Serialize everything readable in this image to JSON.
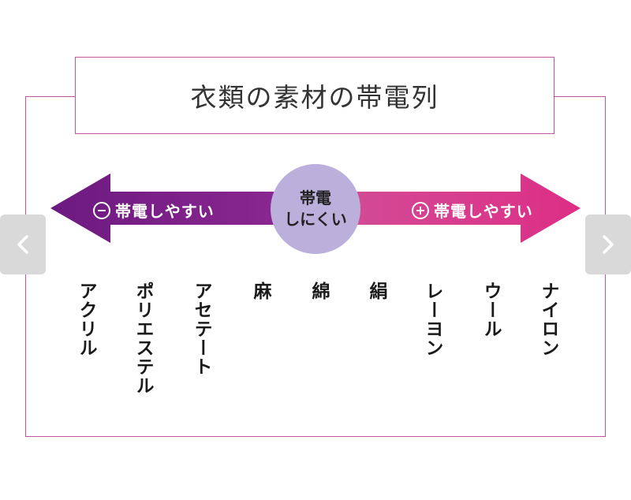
{
  "title": "衣類の素材の帯電列",
  "arrows": {
    "left_label": "帯電しやすい",
    "right_label": "帯電しやすい",
    "left_color": "#7a1d87",
    "right_color": "#d9348c"
  },
  "center": {
    "line1": "帯電",
    "line2": "しにくい",
    "color": "#bbb0dc"
  },
  "materials": [
    "アクリル",
    "ポリエステル",
    "アセテート",
    "麻",
    "綿",
    "絹",
    "レーヨン",
    "ウール",
    "ナイロン"
  ],
  "nav": {
    "prev_icon": "chevron-left-icon",
    "next_icon": "chevron-right-icon"
  }
}
